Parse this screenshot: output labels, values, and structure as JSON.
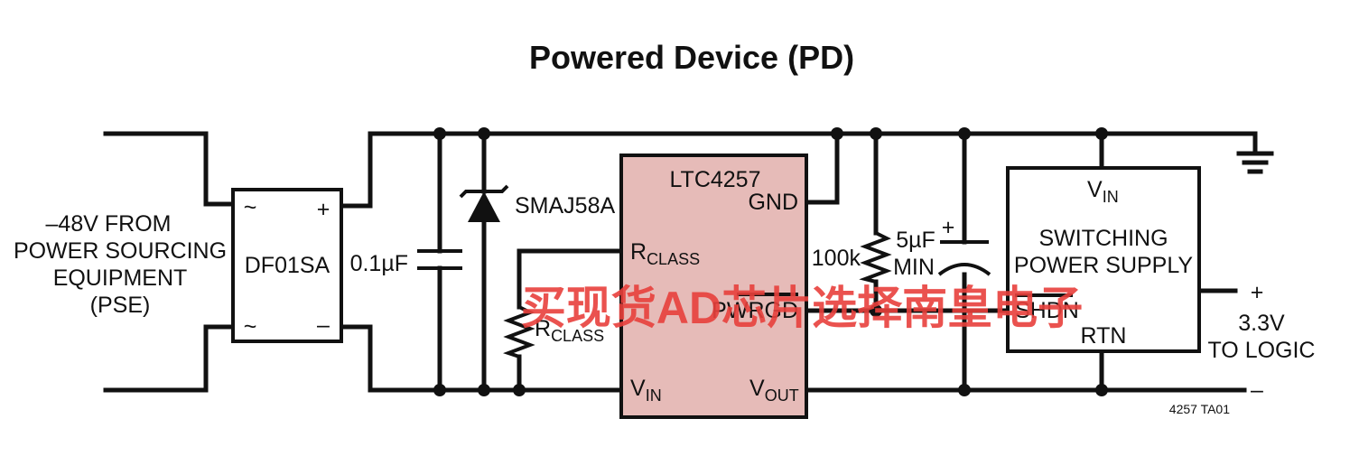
{
  "title": "Powered Device (PD)",
  "source": {
    "line1": "–48V FROM",
    "line2": "POWER SOURCING",
    "line3": "EQUIPMENT",
    "line4": "(PSE)"
  },
  "bridge": {
    "name": "DF01SA",
    "ac_in_top": "~",
    "ac_in_bottom": "~",
    "plus": "+",
    "minus": "–"
  },
  "capacitor_in": "0.1µF",
  "tvs": "SMAJ58A",
  "resistor_class": {
    "main": "R",
    "sub": "CLASS"
  },
  "ic": {
    "name": "LTC4257",
    "fill_color": "#e6bbb8",
    "pins": {
      "gnd": "GND",
      "rclass": {
        "main": "R",
        "sub": "CLASS"
      },
      "pwrgd": "PWRGD",
      "vin": {
        "main": "V",
        "sub": "IN"
      },
      "vout": {
        "main": "V",
        "sub": "OUT"
      }
    }
  },
  "pullup": "100k",
  "bulk_cap": {
    "value": "5µF",
    "note": "MIN",
    "polarity": "+"
  },
  "supply": {
    "line1": "SWITCHING",
    "line2": "POWER SUPPLY",
    "vin": {
      "main": "V",
      "sub": "IN"
    },
    "shdn": "SHDN",
    "rtn": "RTN"
  },
  "output": {
    "plus": "+",
    "minus": "–",
    "line1": "3.3V",
    "line2": "TO LOGIC"
  },
  "figure_id": "4257 TA01",
  "watermark": "买现货AD芯片选择南皇电子"
}
